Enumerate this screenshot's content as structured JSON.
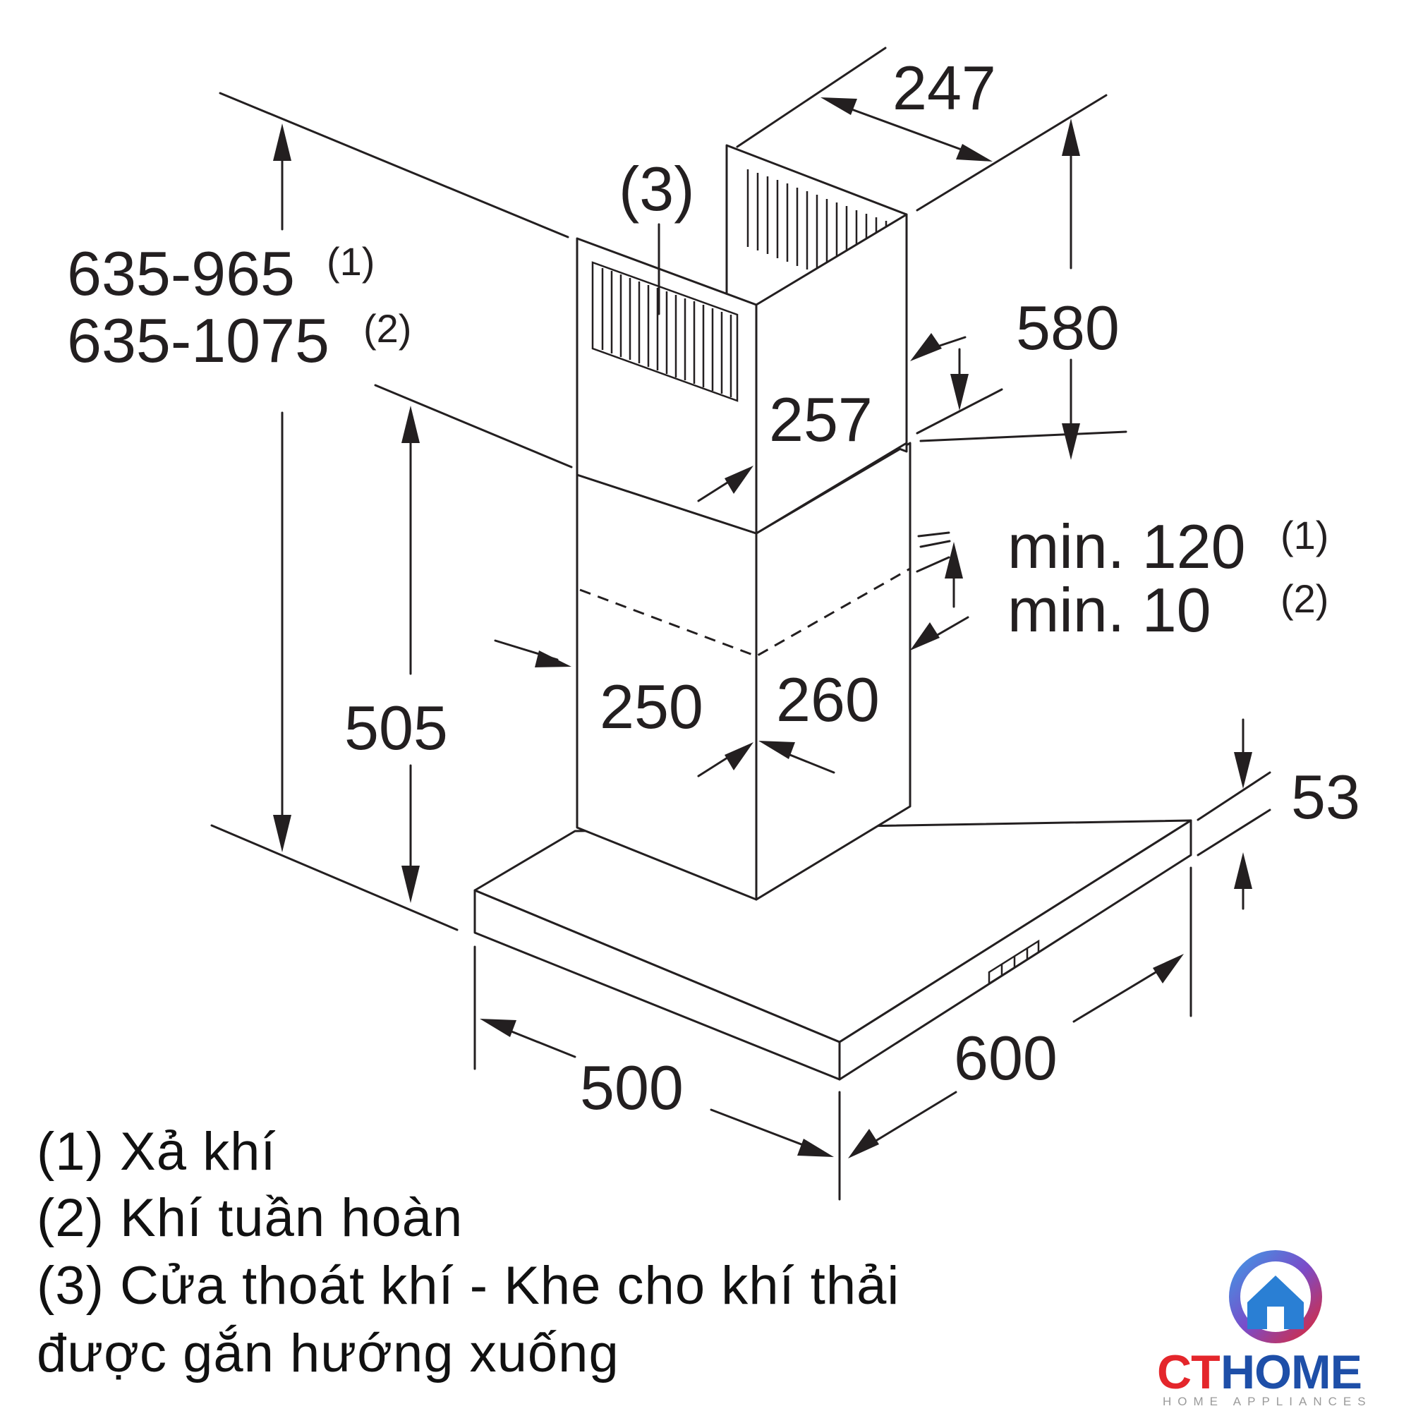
{
  "dimensions": {
    "height_total": "635-965",
    "height_total_note": "(1)",
    "height_total_alt": "635-1075",
    "height_total_alt_note": "(2)",
    "chimney_outer_depth": "247",
    "chimney_upper": "580",
    "chimney_inner_width": "257",
    "chimney_min": "min. 120",
    "chimney_min_note": "(1)",
    "chimney_min_alt": "min. 10",
    "chimney_min_alt_note": "(2)",
    "lower_chimney_height": "505",
    "chimney_lower_depth": "250",
    "chimney_lower_width": "260",
    "canopy_thickness": "53",
    "canopy_depth": "500",
    "canopy_width": "600",
    "outlet_callout": "(3)"
  },
  "legend": [
    "(1) Xả khí",
    "(2) Khí tuần hoàn",
    "(3) Cửa thoát khí - Khe cho khí thải",
    "được gắn hướng xuống"
  ],
  "logo": {
    "brand_prefix": "CT",
    "brand_suffix": "HOME",
    "tagline": "HOME APPLIANCES",
    "colors": {
      "prefix": "#e4262b",
      "suffix": "#1e4fa8"
    }
  }
}
